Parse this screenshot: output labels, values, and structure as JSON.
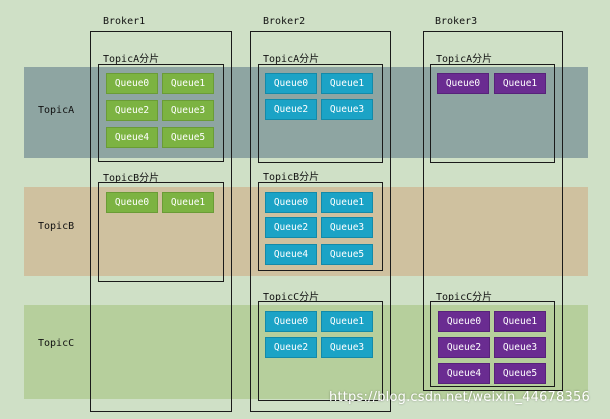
{
  "colors": {
    "background": "#cfe0c6",
    "topicA_band": "#8ea5a2",
    "topicB_band": "#cfc19f",
    "topicC_band": "#b6cf9c",
    "broker1_queue": "#7cb342",
    "broker2_queue": "#1ba3c6",
    "broker3_queue": "#6a2c91"
  },
  "topics": [
    "TopicA",
    "TopicB",
    "TopicC"
  ],
  "brokers": [
    {
      "name": "Broker1",
      "shards": [
        {
          "label": "TopicA分片",
          "queues": [
            "Queue0",
            "Queue1",
            "Queue2",
            "Queue3",
            "Queue4",
            "Queue5"
          ]
        },
        {
          "label": "TopicB分片",
          "queues": [
            "Queue0",
            "Queue1"
          ]
        }
      ]
    },
    {
      "name": "Broker2",
      "shards": [
        {
          "label": "TopicA分片",
          "queues": [
            "Queue0",
            "Queue1",
            "Queue2",
            "Queue3"
          ]
        },
        {
          "label": "TopicB分片",
          "queues": [
            "Queue0",
            "Queue1",
            "Queue2",
            "Queue3",
            "Queue4",
            "Queue5"
          ]
        },
        {
          "label": "TopicC分片",
          "queues": [
            "Queue0",
            "Queue1",
            "Queue2",
            "Queue3"
          ]
        }
      ]
    },
    {
      "name": "Broker3",
      "shards": [
        {
          "label": "TopicA分片",
          "queues": [
            "Queue0",
            "Queue1"
          ]
        },
        {
          "label": "TopicC分片",
          "queues": [
            "Queue0",
            "Queue1",
            "Queue2",
            "Queue3",
            "Queue4",
            "Queue5"
          ]
        }
      ]
    }
  ],
  "watermark": "https://blog.csdn.net/weixin_44678356"
}
